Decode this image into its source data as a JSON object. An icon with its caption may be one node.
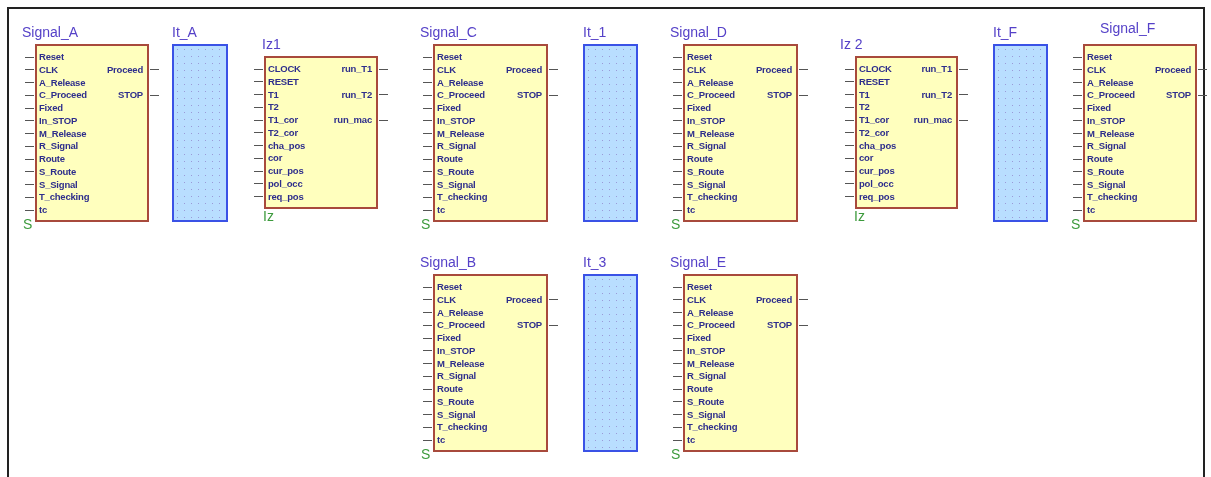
{
  "diagram": {
    "nodes": [
      {
        "text": [
          "Signal_A",
          "Reset",
          "CLK",
          "A_Release",
          "C_Proceed",
          "Fixed",
          "In_STOP",
          "M_Release",
          "R_Signal",
          "Route",
          "S_Route",
          "S_Signal",
          "T_checking",
          "tc",
          "Proceed",
          "STOP"
        ],
        "beside": [
          "S"
        ]
      },
      {
        "text": [
          "It_A"
        ]
      },
      {
        "text": [
          "Iz1",
          "CLOCK",
          "RESET",
          "T1",
          "T2",
          "T1_cor",
          "T2_cor",
          "cha_pos",
          "cor",
          "cur_pos",
          "pol_occ",
          "req_pos",
          "run_T1",
          "run_T2",
          "run_mac"
        ],
        "beside": [
          "Iz"
        ]
      },
      {
        "text": [
          "Signal_C",
          "Reset",
          "CLK",
          "A_Release",
          "C_Proceed",
          "Fixed",
          "In_STOP",
          "M_Release",
          "R_Signal",
          "Route",
          "S_Route",
          "S_Signal",
          "T_checking",
          "tc",
          "Proceed",
          "STOP"
        ],
        "beside": [
          "S"
        ]
      },
      {
        "text": [
          "It_1"
        ]
      },
      {
        "text": [
          "Signal_D",
          "Reset",
          "CLK",
          "A_Release",
          "C_Proceed",
          "Fixed",
          "In_STOP",
          "M_Release",
          "R_Signal",
          "Route",
          "S_Route",
          "S_Signal",
          "T_checking",
          "tc",
          "Proceed",
          "STOP"
        ],
        "beside": [
          "S"
        ]
      },
      {
        "text": [
          "Iz 2",
          "CLOCK",
          "RESET",
          "T1",
          "T2",
          "T1_cor",
          "T2_cor",
          "cha_pos",
          "cor",
          "cur_pos",
          "pol_occ",
          "req_pos",
          "run_T1",
          "run_T2",
          "run_mac"
        ],
        "beside": [
          "Iz"
        ]
      },
      {
        "text": [
          "It_F"
        ]
      },
      {
        "text": [
          "Signal_F",
          "Reset",
          "CLK",
          "A_Release",
          "C_Proceed",
          "Fixed",
          "In_STOP",
          "M_Release",
          "R_Signal",
          "Route",
          "S_Route",
          "S_Signal",
          "T_checking",
          "tc",
          "Proceed",
          "STOP"
        ],
        "beside": [
          "S"
        ]
      },
      {
        "text": [
          "Signal_B",
          "Reset",
          "CLK",
          "A_Release",
          "C_Proceed",
          "Fixed",
          "In_STOP",
          "M_Release",
          "R_Signal",
          "Route",
          "S_Route",
          "S_Signal",
          "T_checking",
          "tc",
          "Proceed",
          "STOP"
        ],
        "beside": [
          "S"
        ]
      },
      {
        "text": [
          "It_3"
        ]
      },
      {
        "text": [
          "Signal_E",
          "Reset",
          "CLK",
          "A_Release",
          "C_Proceed",
          "Fixed",
          "In_STOP",
          "M_Release",
          "R_Signal",
          "Route",
          "S_Route",
          "S_Signal",
          "T_checking",
          "tc",
          "Proceed",
          "STOP"
        ],
        "beside": [
          "S"
        ]
      }
    ]
  }
}
